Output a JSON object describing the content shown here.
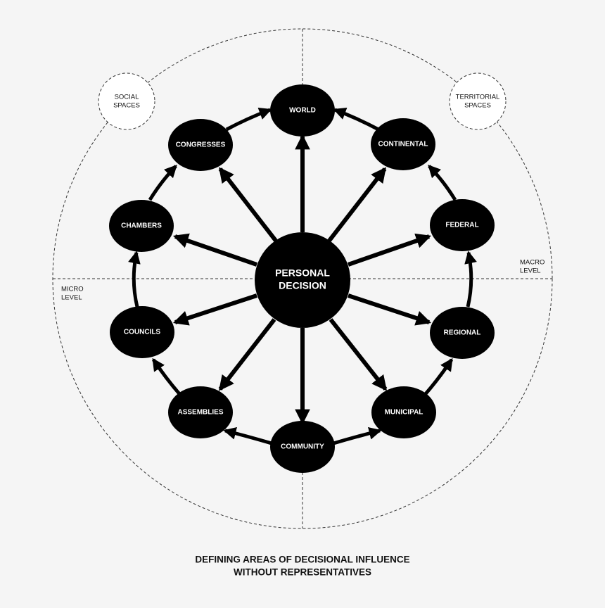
{
  "center": {
    "line1": "PERSONAL",
    "line2": "DECISION"
  },
  "nodes": {
    "world": "WORLD",
    "continental": "CONTINENTAL",
    "federal": "FEDERAL",
    "regional": "REGIONAL",
    "municipal": "MUNICIPAL",
    "community": "COMMUNITY",
    "assemblies": "ASSEMBLIES",
    "councils": "COUNCILS",
    "chambers": "CHAMBERS",
    "congresses": "CONGRESSES"
  },
  "spaces": {
    "social": {
      "line1": "SOCIAL",
      "line2": "SPACES"
    },
    "territorial": {
      "line1": "TERRITORIAL",
      "line2": "SPACES"
    }
  },
  "levels": {
    "micro": {
      "line1": "MICRO",
      "line2": "LEVEL"
    },
    "macro": {
      "line1": "MACRO",
      "line2": "LEVEL"
    }
  },
  "caption": {
    "line1": "DEFINING AREAS OF DECISIONAL INFLUENCE",
    "line2": "WITHOUT REPRESENTATIVES"
  }
}
